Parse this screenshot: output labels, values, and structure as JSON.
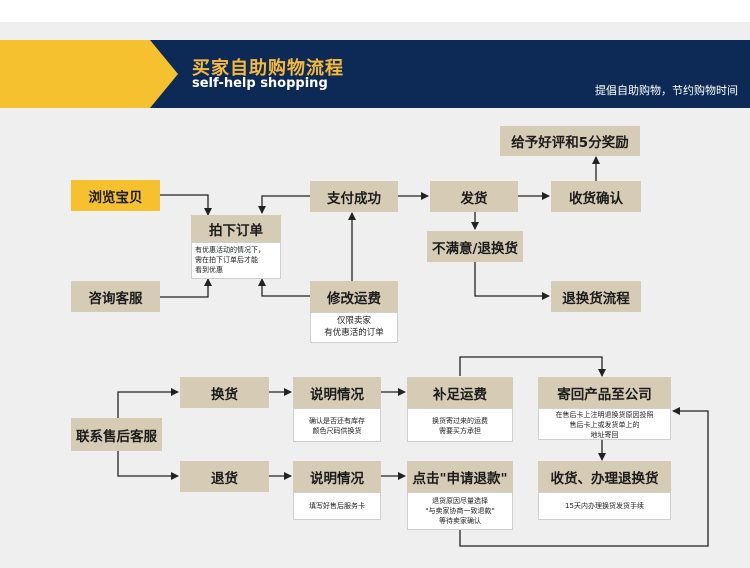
{
  "header": {
    "title": "买家自助购物流程",
    "subtitle": "self-help shopping",
    "slogan": "提倡自助购物，节约购物时间"
  },
  "flow": {
    "browse": "浏览宝贝",
    "consult": "咨询客服",
    "order": "拍下订单",
    "order_note": [
      "有优惠活动的情况下，",
      "需在拍下订单后才能",
      "看到优惠"
    ],
    "pay": "支付成功",
    "modify_freight": "修改运费",
    "modify_note": [
      "仅限卖家",
      "有优惠活的订单"
    ],
    "ship": "发货",
    "receive": "收货确认",
    "review": "给予好评和5分奖励",
    "unsatisfied": "不满意/退换货",
    "return_flow": "退换货流程"
  },
  "aftersale": {
    "contact": "联系售后客服",
    "exchange": "换货",
    "explain1": "说明情况",
    "explain1_note": [
      "确认是否还有库存",
      "颜色尺码供换货"
    ],
    "add_freight": "补足运费",
    "add_freight_note": [
      "换货寄过来的运费",
      "需要买方承担"
    ],
    "send_back": "寄回产品至公司",
    "send_back_note": [
      "在售后卡上注明退换货原因投照",
      "售后卡上或发货单上的",
      "地址寄回"
    ],
    "refund": "退货",
    "explain2": "说明情况",
    "explain2_note": [
      "填写好售后服务卡"
    ],
    "apply_refund": "点击\"申请退款\"",
    "apply_refund_note": [
      "退货原因尽量选择",
      "\"与卖家协商一致退款\"",
      "等待卖家确认"
    ],
    "receive_handle": "收货、办理退换货",
    "receive_handle_note": [
      "15天内办理换货发货手续"
    ]
  }
}
